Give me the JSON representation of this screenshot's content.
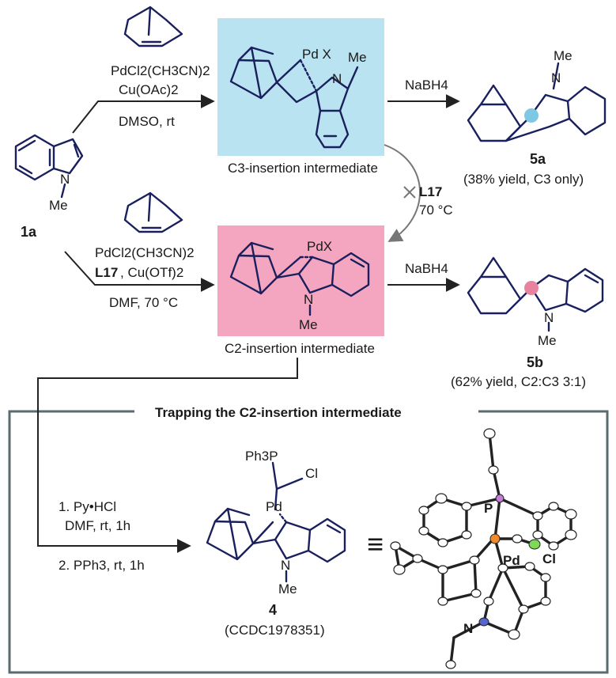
{
  "reaction_top": {
    "reagent_line1": "PdCl2(CH3CN)2",
    "reagent_line2": "Cu(OAc)2",
    "conditions": "DMSO, rt",
    "reduction": "NaBH4",
    "intermediate_caption": "C3-insertion intermediate",
    "intermediate_label": "Pd X",
    "methyl": "Me",
    "nitrogen": "N",
    "product_label": "5a",
    "product_yield": "(38% yield, C3 only)",
    "box_color": "#b9e3f0",
    "marker_color": "#7ec8e3"
  },
  "start_material": {
    "label": "1a",
    "nitrogen": "N",
    "methyl": "Me"
  },
  "ligand_switch": {
    "ligand": "L17",
    "temperature": "70 °C"
  },
  "reaction_bottom": {
    "reagent_line1": "PdCl2(CH3CN)2",
    "ligand": "L17",
    "reagent_line2": ", Cu(OTf)2",
    "conditions": "DMF, 70 °C",
    "reduction": "NaBH4",
    "intermediate_caption": "C2-insertion intermediate",
    "intermediate_label": "PdX",
    "methyl": "Me",
    "nitrogen": "N",
    "product_label": "5b",
    "product_yield": "(62% yield, C2:C3 3:1)",
    "box_color": "#f4a6c0",
    "marker_color": "#e8839f"
  },
  "trapping": {
    "title": "Trapping the C2-insertion intermediate",
    "step1_line1": "1. Py•HCl",
    "step1_line2": "DMF, rt, 1h",
    "step2": "2. PPh3, rt, 1h",
    "ligand_top": "Ph3P",
    "chloride": "Cl",
    "metal": "Pd",
    "nitrogen": "N",
    "methyl": "Me",
    "compound_label": "4",
    "ccdc": "(CCDC1978351)",
    "equivalence": "≡",
    "crystal_labels": {
      "p": "P",
      "pd": "Pd",
      "cl": "Cl",
      "n": "N"
    },
    "atom_colors": {
      "p": "#c77dd6",
      "pd": "#f08a2c",
      "cl": "#7ed957",
      "n": "#5566cc"
    }
  }
}
